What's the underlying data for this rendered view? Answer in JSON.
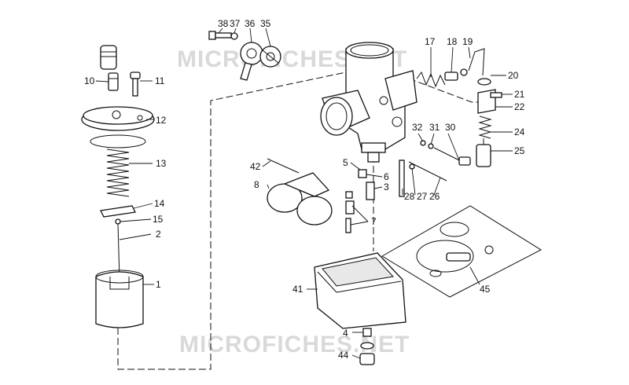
{
  "watermark": {
    "text": "MICROFICHES.NET"
  },
  "parts": [
    {
      "id": "p1",
      "label": "1"
    },
    {
      "id": "p2",
      "label": "2"
    },
    {
      "id": "p3",
      "label": "3"
    },
    {
      "id": "p4",
      "label": "4"
    },
    {
      "id": "p5",
      "label": "5"
    },
    {
      "id": "p6",
      "label": "6"
    },
    {
      "id": "p7",
      "label": "7"
    },
    {
      "id": "p8",
      "label": "8"
    },
    {
      "id": "p10",
      "label": "10"
    },
    {
      "id": "p11",
      "label": "11"
    },
    {
      "id": "p12",
      "label": "12"
    },
    {
      "id": "p13",
      "label": "13"
    },
    {
      "id": "p14",
      "label": "14"
    },
    {
      "id": "p15",
      "label": "15"
    },
    {
      "id": "p17",
      "label": "17"
    },
    {
      "id": "p18",
      "label": "18"
    },
    {
      "id": "p19",
      "label": "19"
    },
    {
      "id": "p20",
      "label": "20"
    },
    {
      "id": "p21",
      "label": "21"
    },
    {
      "id": "p22",
      "label": "22"
    },
    {
      "id": "p24",
      "label": "24"
    },
    {
      "id": "p25",
      "label": "25"
    },
    {
      "id": "p26",
      "label": "26"
    },
    {
      "id": "p27",
      "label": "27"
    },
    {
      "id": "p28",
      "label": "28"
    },
    {
      "id": "p30",
      "label": "30"
    },
    {
      "id": "p31",
      "label": "31"
    },
    {
      "id": "p32",
      "label": "32"
    },
    {
      "id": "p35",
      "label": "35"
    },
    {
      "id": "p36",
      "label": "36"
    },
    {
      "id": "p37",
      "label": "37"
    },
    {
      "id": "p38",
      "label": "38"
    },
    {
      "id": "p41",
      "label": "41"
    },
    {
      "id": "p42",
      "label": "42"
    },
    {
      "id": "p44",
      "label": "44"
    },
    {
      "id": "p45",
      "label": "45"
    }
  ]
}
